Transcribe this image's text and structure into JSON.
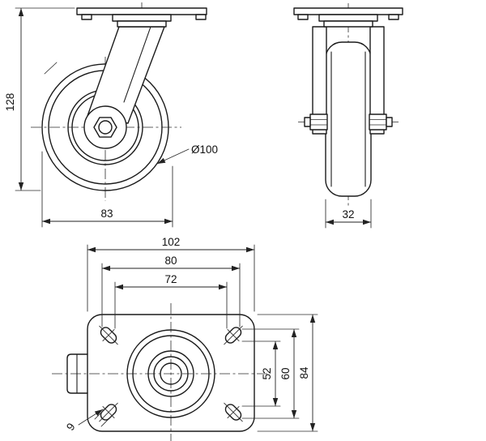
{
  "meta": {
    "description": "Technical drawing of a swivel plate caster, three orthographic views with dimensions",
    "bg_color": "#ffffff",
    "line_color": "#1b1b1b"
  },
  "views": {
    "side": {
      "label": "side-view",
      "dims": {
        "height": "128",
        "length": "83",
        "wheel_dia": "Ø100"
      }
    },
    "front": {
      "label": "front-view",
      "dims": {
        "width": "32"
      }
    },
    "plan": {
      "label": "plan-view",
      "dims": {
        "plate_width": "102",
        "hole_span_max": "80",
        "hole_span_min": "72",
        "hole_span_v_min": "52",
        "hole_span_v_max": "60",
        "plate_depth": "84",
        "slot_width": "9"
      }
    }
  }
}
